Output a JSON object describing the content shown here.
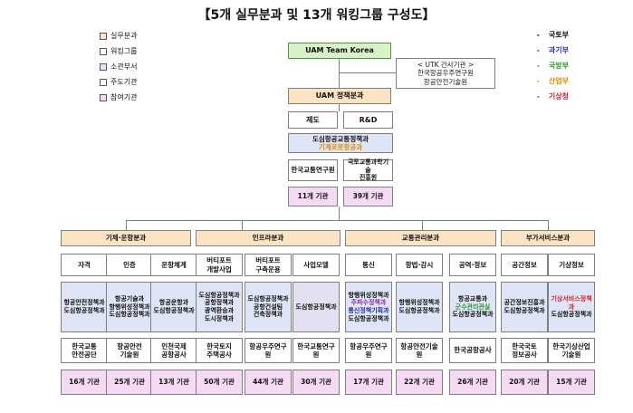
{
  "title": "【5개 실무분과 및 13개 워킹그룹 구성도】",
  "legend": [
    {
      "label": "실무분과",
      "color": "#fbe3c4"
    },
    {
      "label": "워킹그룹",
      "color": "#ffffff"
    },
    {
      "label": "소관부서",
      "color": "#dfe4f6"
    },
    {
      "label": "주도기관",
      "color": "#ffffff"
    },
    {
      "label": "참여기관",
      "color": "#f6d9f2"
    }
  ],
  "ministries": [
    {
      "label": "국토부",
      "color": "#111111"
    },
    {
      "label": "과기부",
      "color": "#2434a8"
    },
    {
      "label": "국방부",
      "color": "#2b9a2b"
    },
    {
      "label": "산업부",
      "color": "#e88a00"
    },
    {
      "label": "기상청",
      "color": "#d0232a"
    }
  ],
  "top": {
    "team": "UAM Team Korea",
    "secretariat": [
      "< UTK 간사기관 >",
      "한국항공우주연구원",
      "항공안전기술원"
    ],
    "policy": "UAM 정책분과",
    "system": "제도",
    "rnd": "R&D",
    "dept": [
      "도심항공교통정책과",
      "기계로봇항공과"
    ],
    "lead1": "한국교통연구원",
    "lead2": [
      "국토교통과학기술",
      "진흥원"
    ],
    "count1": "11개 기관",
    "count2": "39개 기관"
  },
  "divisions": [
    "기체·운항분과",
    "인프라분과",
    "교통관리분과",
    "부가서비스분과"
  ],
  "groups": [
    {
      "name": "자격",
      "dept": [
        "항공안전정책과",
        "도심항공정책과"
      ],
      "lead": [
        "한국교통",
        "안전공단"
      ],
      "count": "16개 기관"
    },
    {
      "name": "인증",
      "dept": [
        "항공기술과",
        "항행위성정책과",
        "도심항공정책과"
      ],
      "lead": [
        "항공안전",
        "기술원"
      ],
      "count": "25개 기관"
    },
    {
      "name": "운항체계",
      "dept": [
        "항공운항과",
        "도심항공정책과"
      ],
      "lead": [
        "인천국제",
        "공항공사"
      ],
      "count": "13개 기관"
    },
    {
      "name": "버티포트 개발사업",
      "dept": [
        "도심항공정책과",
        "공항정책과",
        "광역환승과",
        "도시정책과"
      ],
      "lead": [
        "한국토지",
        "주택공사"
      ],
      "count": "50개 기관"
    },
    {
      "name": "버티포트 구축운용",
      "dept": [
        "도심항공정책과",
        "공항건설팀",
        "건축정책과"
      ],
      "lead": [
        "항공우주연구원"
      ],
      "count": "44개 기관"
    },
    {
      "name": "사업모델",
      "dept": [
        "도심항공정책과"
      ],
      "lead": [
        "한국교통연구원"
      ],
      "count": "30개 기관"
    },
    {
      "name": "통신",
      "dept": [
        "항행위성정책과",
        "주파수정책과",
        "통신정책기획과",
        "도심항공정책과"
      ],
      "lead": [
        "항공우주연구원"
      ],
      "count": "17개 기관"
    },
    {
      "name": "항법·감시",
      "dept": [
        "항행위성정책과",
        "도심항공정책과"
      ],
      "lead": [
        "항공안전기술원"
      ],
      "count": "22개 기관"
    },
    {
      "name": "공역·정보",
      "dept": [
        "항공교통과",
        "군수관리관실",
        "도심항공정책과"
      ],
      "lead": [
        "한국공항공사"
      ],
      "count": "26개 기관"
    },
    {
      "name": "공간정보",
      "dept": [
        "공간정보진흥과",
        "도심항공정책과"
      ],
      "lead": [
        "한국국토",
        "정보공사"
      ],
      "count": "20개 기관"
    },
    {
      "name": "기상정보",
      "dept": [
        "기상서비스정책과",
        "도심항공정책과"
      ],
      "lead": [
        "한국기상산업",
        "기술원"
      ],
      "count": "15개 기관"
    }
  ]
}
